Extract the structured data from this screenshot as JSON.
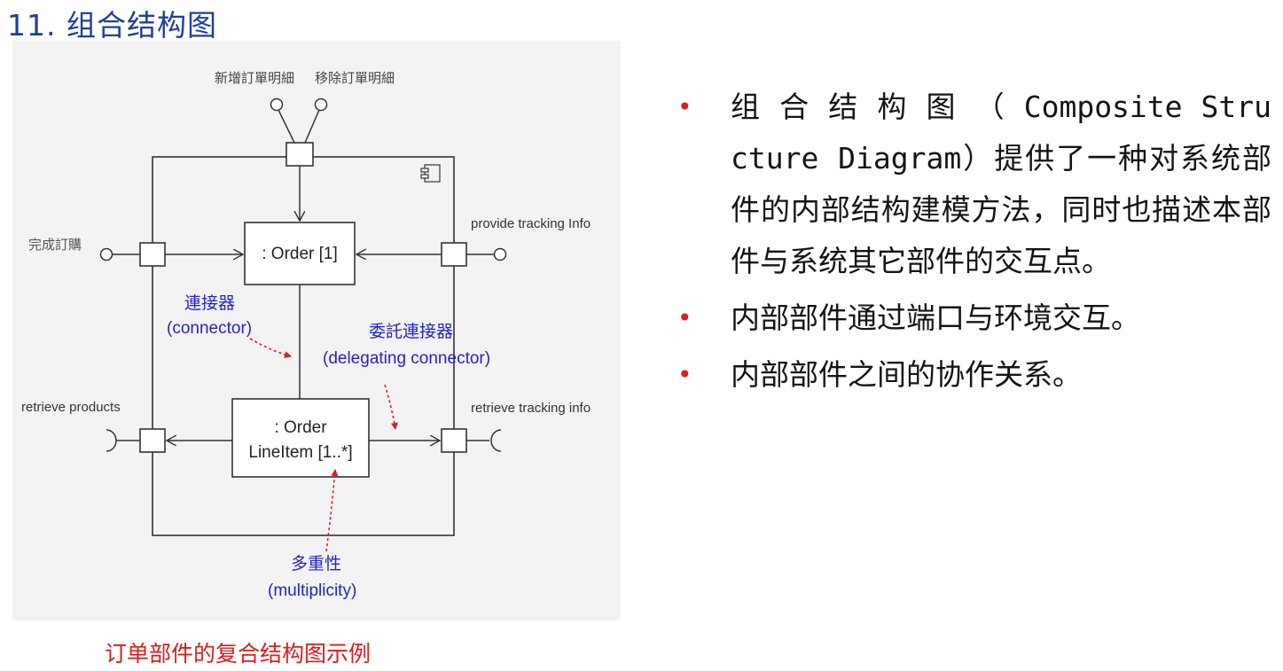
{
  "slide": {
    "title": "11. 组合结构图",
    "caption": "订单部件的复合结构图示例"
  },
  "bullets": [
    {
      "text": "组 合 结 构 图 （ Composite Structure Diagram）提供了一种对系统部件的内部结构建模方法，同时也描述本部件与系统其它部件的交互点。"
    },
    {
      "text": "内部部件通过端口与环境交互。"
    },
    {
      "text": "内部部件之间的协作关系。"
    }
  ],
  "diagram": {
    "labels": {
      "port_top_left": "新增訂單明細",
      "port_top_right": "移除訂單明細",
      "port_left": "完成訂購",
      "port_right_top": "provide tracking Info",
      "port_left_bottom": "retrieve products",
      "port_right_bottom": "retrieve tracking info"
    },
    "parts": {
      "order": ": Order [1]",
      "lineitem_line1": ": Order",
      "lineitem_line2": "LineItem [1..*]"
    },
    "annotations": {
      "connector_zh": "連接器",
      "connector_en": "(connector)",
      "delegating_zh": "委託連接器",
      "delegating_en": "(delegating connector)",
      "multiplicity_zh": "多重性",
      "multiplicity_en": "(multiplicity)"
    },
    "icons": {
      "component": "component-icon",
      "provided_interface": "lollipop-icon",
      "required_interface": "socket-icon"
    },
    "colors": {
      "annotation_text": "#2222cc",
      "annotation_arrow": "#e01b1b",
      "lines": "#333333"
    }
  }
}
